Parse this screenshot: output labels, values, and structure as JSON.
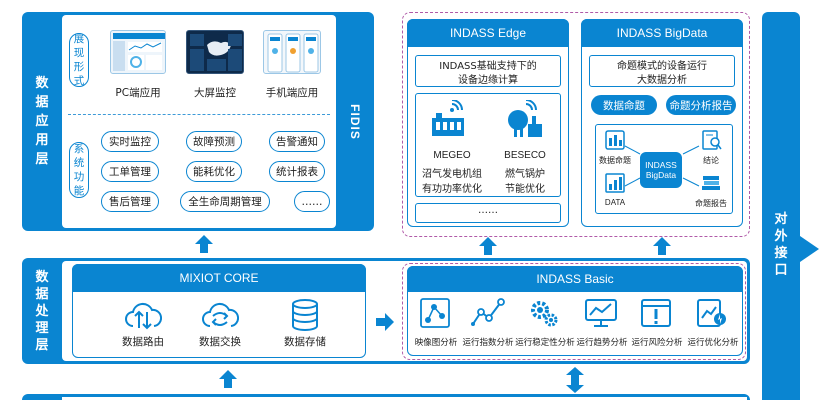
{
  "colors": {
    "primary": "#0a85d1",
    "dashed_border": "#b05aa8",
    "accent_light": "#eef5fb"
  },
  "data_app_layer": {
    "label": [
      "数",
      "据",
      "应",
      "用",
      "层"
    ],
    "side_label": "FIDIS",
    "display_tab": [
      "展",
      "现",
      "形",
      "式"
    ],
    "display_items": [
      {
        "label": "PC端应用",
        "icon": "pc-screenshot"
      },
      {
        "label": "大屏监控",
        "icon": "bigscreen-screenshot"
      },
      {
        "label": "手机端应用",
        "icon": "mobile-screenshot"
      }
    ],
    "function_tab": [
      "系",
      "统",
      "功",
      "能"
    ],
    "functions": [
      [
        "实时监控",
        "故障预测",
        "告警通知"
      ],
      [
        "工单管理",
        "能耗优化",
        "统计报表"
      ],
      [
        "售后管理",
        "全生命周期管理",
        "……"
      ]
    ]
  },
  "edge": {
    "title": "INDASS Edge",
    "desc": [
      "INDASS基础支持下的",
      "设备边缘计算"
    ],
    "items": [
      {
        "name": "MEGEO",
        "lines": [
          "沼气发电机组",
          "有功功率优化"
        ],
        "icon": "generator-icon"
      },
      {
        "name": "BESECO",
        "lines": [
          "燃气锅炉",
          "节能优化"
        ],
        "icon": "boiler-icon"
      }
    ],
    "more": "……"
  },
  "bigdata": {
    "title": "INDASS BigData",
    "desc": [
      "命题模式的设备运行",
      "大数据分析"
    ],
    "buttons": [
      "数据命题",
      "命题分析报告"
    ],
    "center": [
      "INDASS",
      "BigData"
    ],
    "nodes": [
      "数据命题",
      "DATA",
      "结论",
      "命题报告"
    ]
  },
  "data_proc_layer": {
    "label": [
      "数",
      "据",
      "处",
      "理",
      "层"
    ],
    "core_title": "MIXIOT CORE",
    "core_items": [
      {
        "label": "数据路由",
        "icon": "cloud-updown-icon"
      },
      {
        "label": "数据交换",
        "icon": "cloud-exchange-icon"
      },
      {
        "label": "数据存储",
        "icon": "database-icon"
      }
    ],
    "basic_title": "INDASS Basic",
    "basic_items": [
      {
        "label": "映像图分析",
        "icon": "graph-icon"
      },
      {
        "label": "运行指数分析",
        "icon": "line-chart-icon"
      },
      {
        "label": "运行稳定性分析",
        "icon": "gears-icon"
      },
      {
        "label": "运行趋势分析",
        "icon": "monitor-trend-icon"
      },
      {
        "label": "运行风险分析",
        "icon": "warning-window-icon"
      },
      {
        "label": "运行优化分析",
        "icon": "optimize-icon"
      }
    ]
  },
  "external": {
    "label": [
      "对",
      "外",
      "接",
      "口"
    ]
  }
}
